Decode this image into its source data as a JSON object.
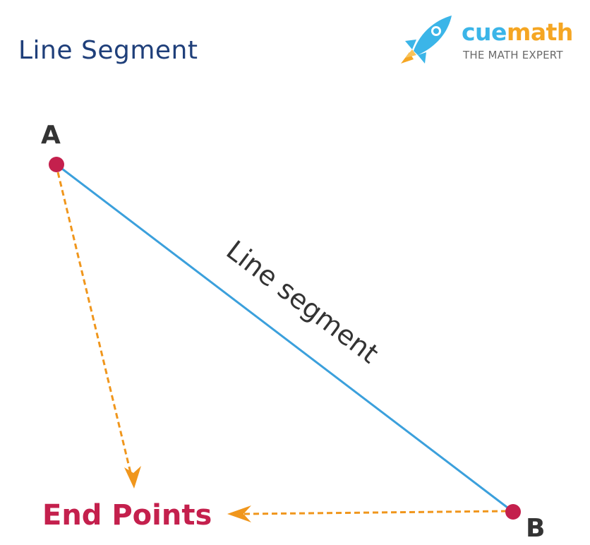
{
  "title": "Line Segment",
  "logo": {
    "word_part1": "cue",
    "word_part2": "math",
    "tagline": "THE MATH EXPERT",
    "icon": "rocket-icon"
  },
  "diagram": {
    "point_a_label": "A",
    "point_b_label": "B",
    "segment_label": "Line segment",
    "endpoints_label": "End Points"
  },
  "colors": {
    "title": "#1f3f7a",
    "point_label": "#333333",
    "segment_line": "#3ba0dc",
    "endpoint_dot": "#c4204d",
    "arrow": "#f0961c",
    "endpoints_text": "#c4204d",
    "logo_cue": "#3bb5e8",
    "logo_math": "#f5a623",
    "logo_tagline": "#6a6a6a"
  }
}
